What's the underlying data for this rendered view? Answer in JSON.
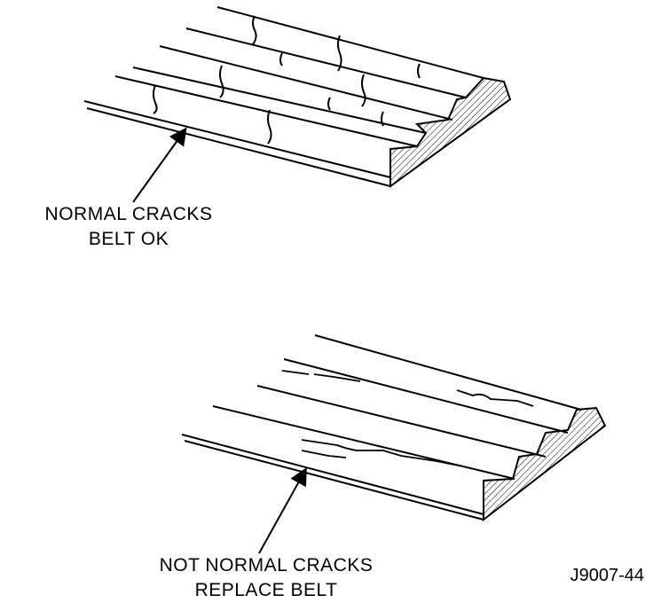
{
  "labels": {
    "top_line1": "NORMAL CRACKS",
    "top_line2": "BELT OK",
    "bottom_line1": "NOT NORMAL CRACKS",
    "bottom_line2": "REPLACE BELT",
    "figure_id": "J9007-44"
  },
  "colors": {
    "ink": "#000000",
    "paper": "#ffffff"
  }
}
